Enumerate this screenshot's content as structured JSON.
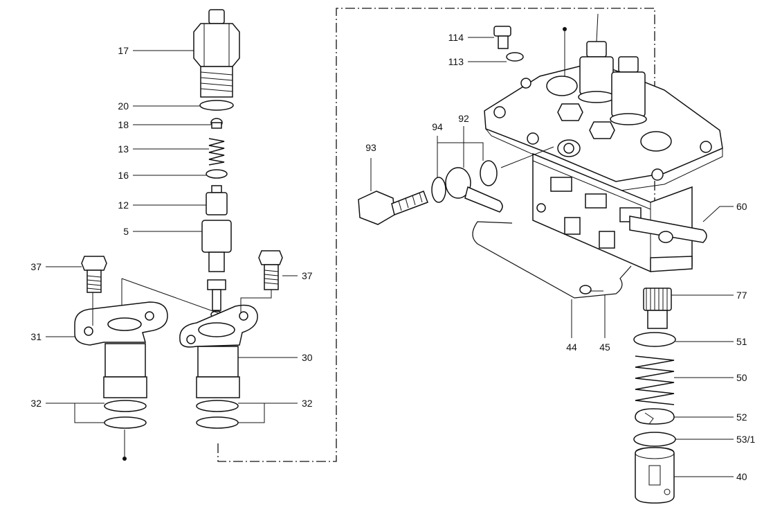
{
  "callouts": {
    "c17": "17",
    "c20": "20",
    "c18": "18",
    "c13": "13",
    "c16": "16",
    "c12": "12",
    "c5": "5",
    "c37a": "37",
    "c37b": "37",
    "c31": "31",
    "c30": "30",
    "c32a": "32",
    "c32b": "32",
    "c114": "114",
    "c113": "113",
    "c93": "93",
    "c94": "94",
    "c92": "92",
    "c60": "60",
    "c77": "77",
    "c44": "44",
    "c45": "45",
    "c51": "51",
    "c50": "50",
    "c52": "52",
    "c53_1": "53/1",
    "c40": "40"
  }
}
